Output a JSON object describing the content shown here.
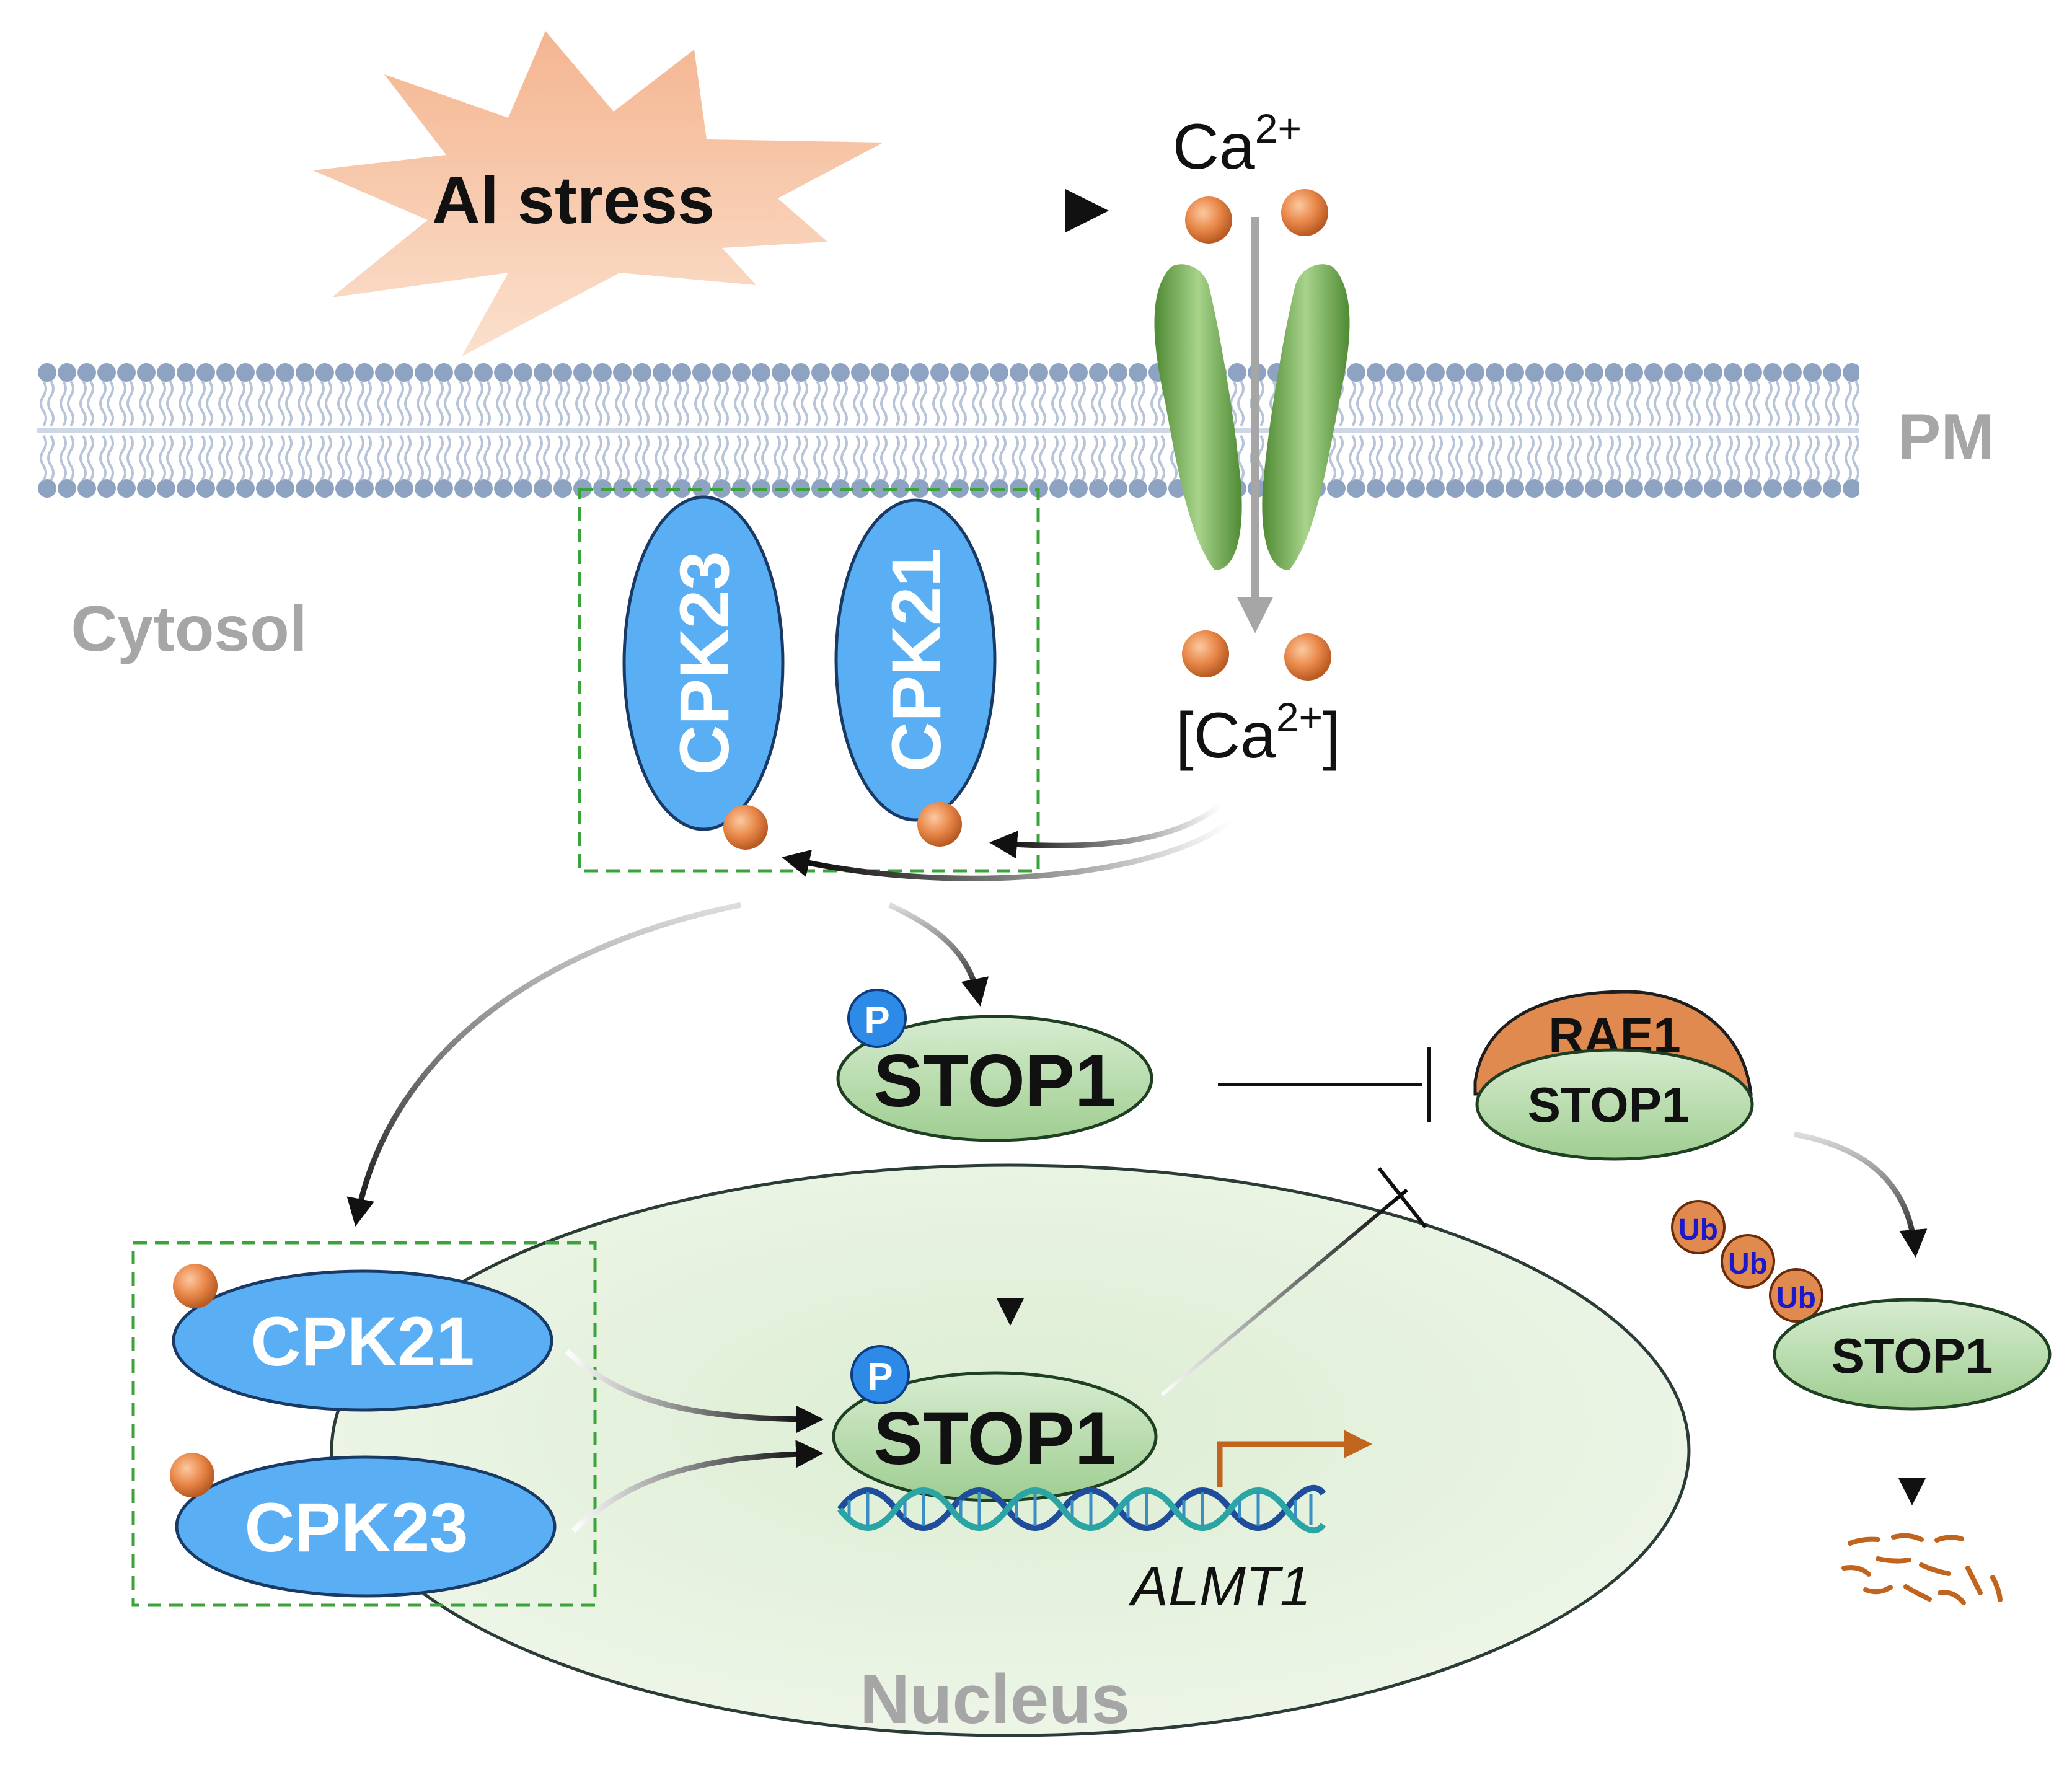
{
  "stress": {
    "label": "Al stress"
  },
  "ions": {
    "outside": "Ca",
    "outside_charge": "2+",
    "inside_open": "[Ca",
    "inside_charge": "2+",
    "inside_close": "]"
  },
  "membrane": {
    "label": "PM"
  },
  "compartments": {
    "cytosol": "Cytosol",
    "nucleus": "Nucleus"
  },
  "kinases": {
    "top_left": "CPK23",
    "top_right": "CPK21",
    "nuclear_upper": "CPK21",
    "nuclear_lower": "CPK23"
  },
  "stop1": {
    "cytosolic": "STOP1",
    "nuclear": "STOP1",
    "bound": "STOP1",
    "ubiquitinated": "STOP1"
  },
  "phospho": {
    "label": "P"
  },
  "rae1": {
    "label": "RAE1"
  },
  "ubiquitin": [
    "Ub",
    "Ub",
    "Ub"
  ],
  "gene": {
    "label": "ALMT1"
  },
  "colors": {
    "kinase_blue": "#5aaff4",
    "stop1_green": "#b8dbae",
    "ion_orange": "#e07a3a",
    "channel_green": "#5e9a40",
    "rae1_orange": "#e08a50",
    "burst": "#f6c6a6",
    "membrane": "#8ea3c2",
    "label_grey": "#a6a6a6",
    "dashed_box": "#3aa33a",
    "arrow_orange": "#c0641e",
    "ub_text": "#1a1acc"
  }
}
